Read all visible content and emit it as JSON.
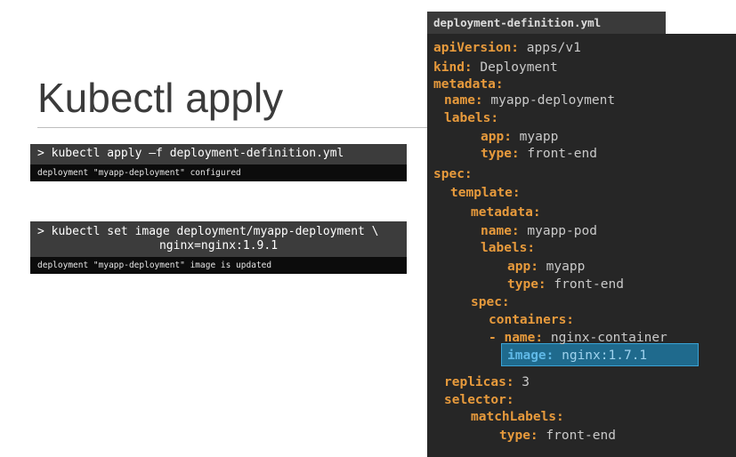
{
  "slide": {
    "title": "Kubectl apply"
  },
  "terminals": [
    {
      "command_lines": [
        "> kubectl apply –f deployment-definition.yml"
      ],
      "output": "deployment \"myapp-deployment\" configured"
    },
    {
      "command_lines": [
        "> kubectl set image deployment/myapp-deployment \\",
        "nginx=nginx:1.9.1"
      ],
      "output": "deployment \"myapp-deployment\" image is updated"
    }
  ],
  "file": {
    "name": "deployment-definition.yml",
    "lines": [
      {
        "key": "apiVersion:",
        "value": " apps/v1"
      },
      {
        "key": "kind:",
        "value": " Deployment"
      },
      {
        "key": "metadata:",
        "value": ""
      },
      {
        "key": "name:",
        "value": " myapp-deployment"
      },
      {
        "key": "labels:",
        "value": ""
      },
      {
        "key": "app:",
        "value": " myapp"
      },
      {
        "key": "type:",
        "value": " front-end"
      },
      {
        "key": "spec:",
        "value": ""
      },
      {
        "key": "template:",
        "value": ""
      },
      {
        "key": "metadata:",
        "value": ""
      },
      {
        "key": "name:",
        "value": " myapp-pod"
      },
      {
        "key": "labels:",
        "value": ""
      },
      {
        "key": "app:",
        "value": " myapp"
      },
      {
        "key": "type:",
        "value": " front-end"
      },
      {
        "key": "spec:",
        "value": ""
      },
      {
        "key": "containers:",
        "value": ""
      },
      {
        "key": "- name:",
        "value": " nginx-container"
      },
      {
        "key": "image:",
        "value": " nginx:1.7.1"
      },
      {
        "key": "replicas:",
        "value": " 3"
      },
      {
        "key": "selector:",
        "value": ""
      },
      {
        "key": "matchLabels:",
        "value": ""
      },
      {
        "key": "type:",
        "value": " front-end"
      }
    ]
  },
  "colors": {
    "yaml_key": "#e79a3c",
    "yaml_value": "#c9c9c9",
    "highlight": "#1f6a8d"
  }
}
